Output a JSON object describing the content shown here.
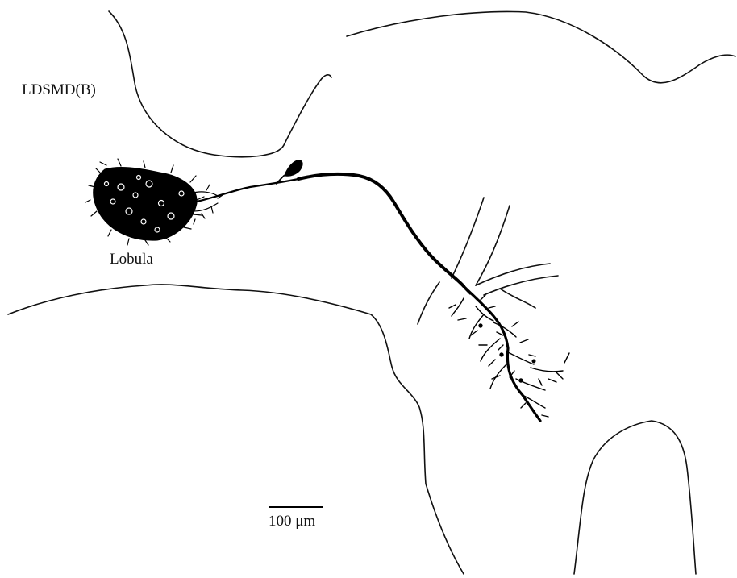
{
  "labels": {
    "ldsmd": "LDSMD(B)",
    "lobula": "Lobula"
  },
  "scale_bar": {
    "label": "100 μm"
  },
  "colors": {
    "ink": "#000000",
    "background": "#ffffff"
  }
}
